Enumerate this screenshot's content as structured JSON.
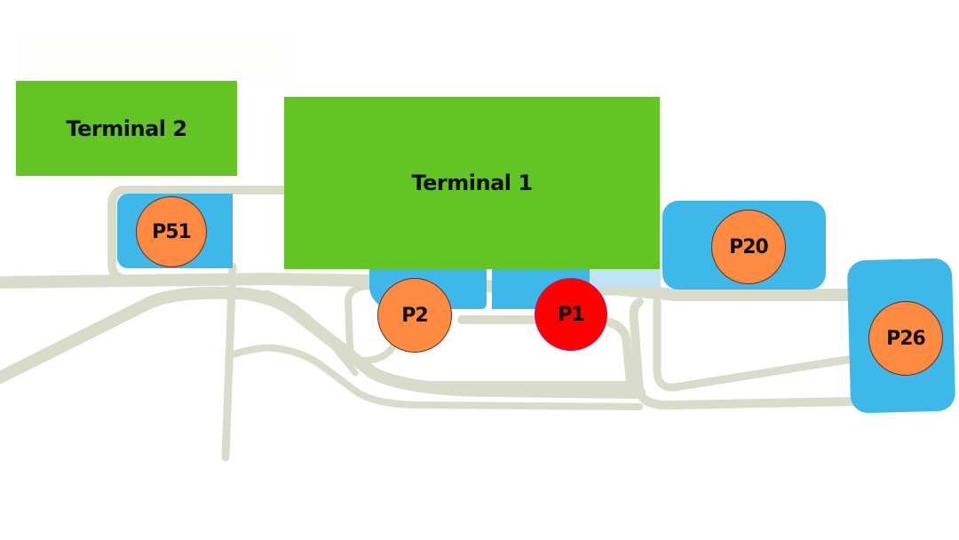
{
  "map": {
    "colors": {
      "background": "#ffffff",
      "road": "#d9dccb",
      "terminal": "#62c523",
      "parking_lot": "#3db8e8",
      "parking_lot_light": "#bfe2f5",
      "marker_default": "#ff8a42",
      "marker_highlight": "#ff0000"
    },
    "terminals": [
      {
        "id": "terminal-2",
        "label": "Terminal 2"
      },
      {
        "id": "terminal-1",
        "label": "Terminal 1"
      }
    ],
    "parking": [
      {
        "id": "P51",
        "label": "P51",
        "highlighted": false
      },
      {
        "id": "P2",
        "label": "P2",
        "highlighted": false
      },
      {
        "id": "P1",
        "label": "P1",
        "highlighted": true
      },
      {
        "id": "P20",
        "label": "P20",
        "highlighted": false
      },
      {
        "id": "P26",
        "label": "P26",
        "highlighted": false
      }
    ]
  }
}
